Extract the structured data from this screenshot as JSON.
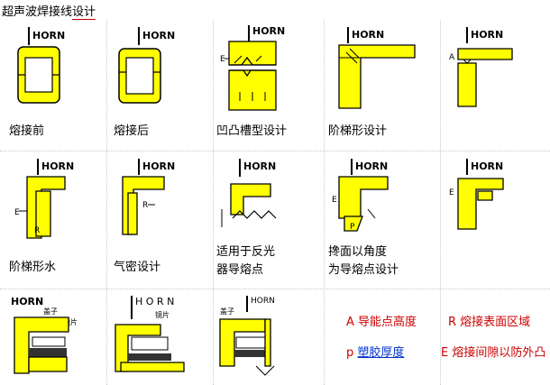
{
  "title": {
    "main": "超声波焊接线",
    "underlined": "设计"
  },
  "horn_label": "HORN",
  "horn_label_spaced": "H O R N",
  "captions": {
    "r1c1": "熔接前",
    "r1c2": "熔接后",
    "r1c3": "凹凸槽型设计",
    "r1c4": "阶梯形设计",
    "r2c1": "阶梯形水",
    "r2c2": "气密设计",
    "r2c3_line1": "适用于反光",
    "r2c3_line2": "器导熔点",
    "r2c4_line1": "搀面以角度",
    "r2c4_line2": "为导熔点设计"
  },
  "figure_labels": {
    "E": "E",
    "R": "R",
    "A": "A",
    "P": "P",
    "r3c1_top": "盖子",
    "r3c1_side": "镜片",
    "r3c2_side": "镜片",
    "r3c3_side": "盖子"
  },
  "legend": {
    "a": "A 导能点高度",
    "r": "R 熔接表面区域",
    "p_prefix": "p ",
    "p_link": "塑胶厚度",
    "e": "E 熔接间隙以防外凸"
  },
  "colors": {
    "yellow": "#ffff00",
    "outline": "#000000",
    "legend_red": "#cc0000",
    "grid": "#c8c8c8"
  }
}
